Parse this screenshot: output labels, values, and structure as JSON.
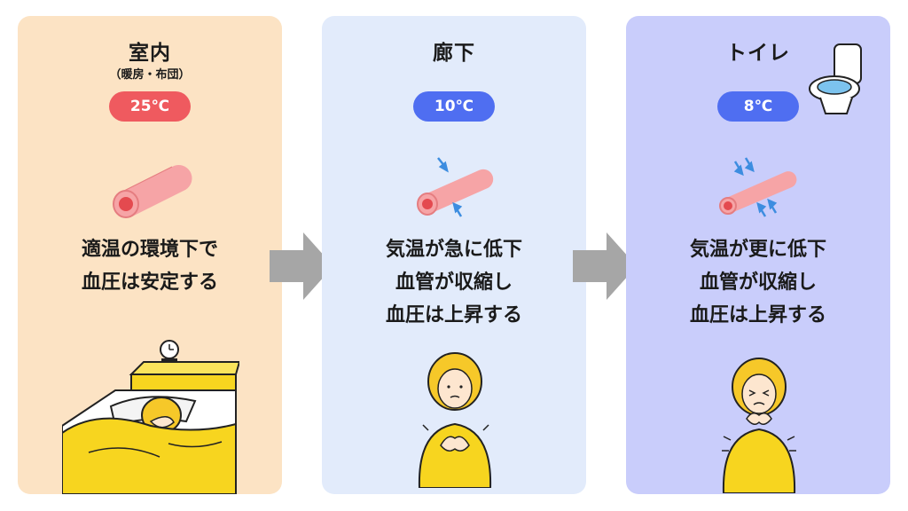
{
  "panels": [
    {
      "title": "室内",
      "subtitle": "（暖房・布団）",
      "temperature": "25℃",
      "caption_lines": [
        "適温の環境下で",
        "血圧は安定する"
      ],
      "colors": {
        "background": "#fce3c4",
        "badge": "#ef5a5f"
      }
    },
    {
      "title": "廊下",
      "temperature": "10℃",
      "caption_lines": [
        "気温が急に低下",
        "血管が収縮し",
        "血圧は上昇する"
      ],
      "colors": {
        "background": "#e2ebfb",
        "badge": "#4f6ef1"
      }
    },
    {
      "title": "トイレ",
      "temperature": "8℃",
      "caption_lines": [
        "気温が更に低下",
        "血管が収縮し",
        "血圧は上昇する"
      ],
      "colors": {
        "background": "#c9cdfb",
        "badge": "#4f6ef1"
      }
    }
  ],
  "icons": [
    "blood-vessel-icon",
    "constricted-vessel-icon",
    "flow-arrow-icon",
    "toilet-icon",
    "alarm-clock-icon",
    "sleeping-person-illustration",
    "shivering-woman-illustration"
  ]
}
